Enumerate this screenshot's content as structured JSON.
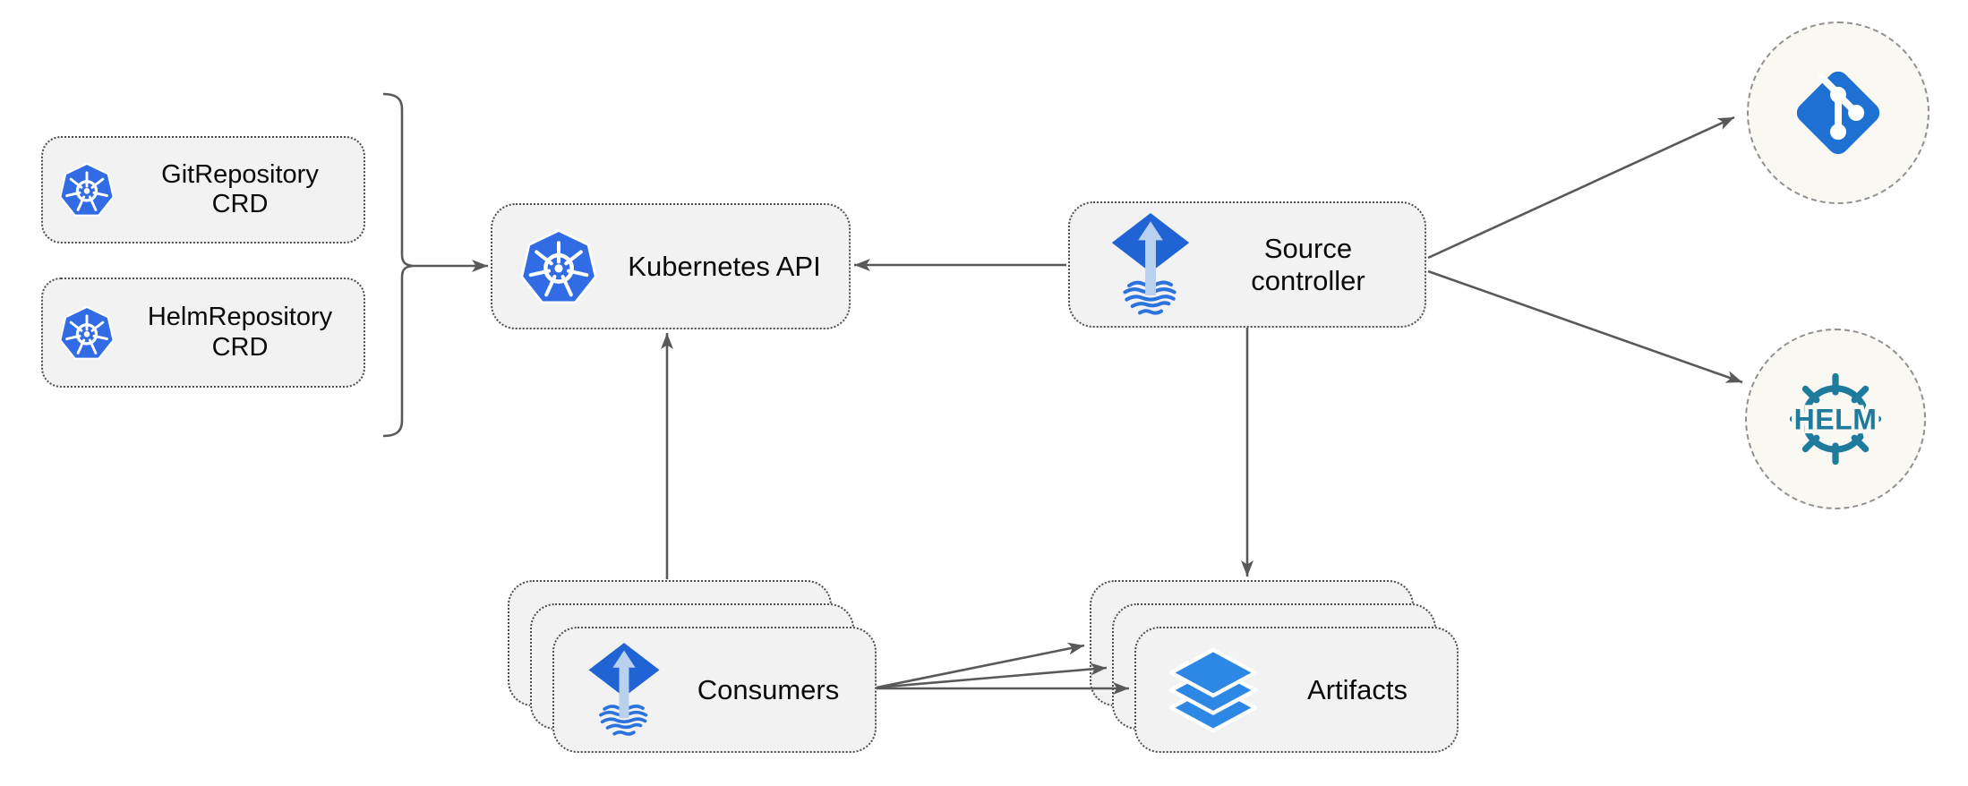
{
  "colors": {
    "canvas-bg": "#ffffff",
    "node-bg": "#f2f2f2",
    "node-border": "#4f4f4f",
    "circle-bg": "#faf8f3",
    "circle-border": "#909090",
    "line": "#595959",
    "text": "#0a0a0a",
    "k8s-blue": "#326ce5",
    "flux-blue": "#2063d4",
    "flux-arrow": "#b9d0ee",
    "flux-wave": "#2b74e0",
    "git-blue": "#1e70d2",
    "helm-teal": "#1e7b9c",
    "layers-blue": "#2d87e4"
  },
  "nodes": {
    "gitRepoCrd": {
      "line1": "GitRepository",
      "line2": "CRD",
      "icon": "kubernetes-icon"
    },
    "helmRepoCrd": {
      "line1": "HelmRepository",
      "line2": "CRD",
      "icon": "kubernetes-icon"
    },
    "kubernetesApi": {
      "label": "Kubernetes API",
      "icon": "kubernetes-icon"
    },
    "sourceController": {
      "line1": "Source",
      "line2": "controller",
      "icon": "flux-icon"
    },
    "consumers": {
      "label": "Consumers",
      "icon": "flux-icon",
      "stacked": 3
    },
    "artifacts": {
      "label": "Artifacts",
      "icon": "layers-icon",
      "stacked": 3
    },
    "git": {
      "icon": "git-icon"
    },
    "helm": {
      "icon": "helm-icon",
      "logo_text": "HELM"
    }
  },
  "edges": [
    {
      "from": "crd-group-bracket",
      "to": "kubernetesApi",
      "arrow": true
    },
    {
      "from": "sourceController",
      "to": "kubernetesApi",
      "arrow": true
    },
    {
      "from": "consumers",
      "to": "kubernetesApi",
      "arrow": true
    },
    {
      "from": "sourceController",
      "to": "artifacts",
      "arrow": true
    },
    {
      "from": "consumers",
      "to": "artifacts",
      "arrow": true,
      "count": 3
    },
    {
      "from": "sourceController",
      "to": "git",
      "arrow": true
    },
    {
      "from": "sourceController",
      "to": "helm",
      "arrow": true
    }
  ]
}
